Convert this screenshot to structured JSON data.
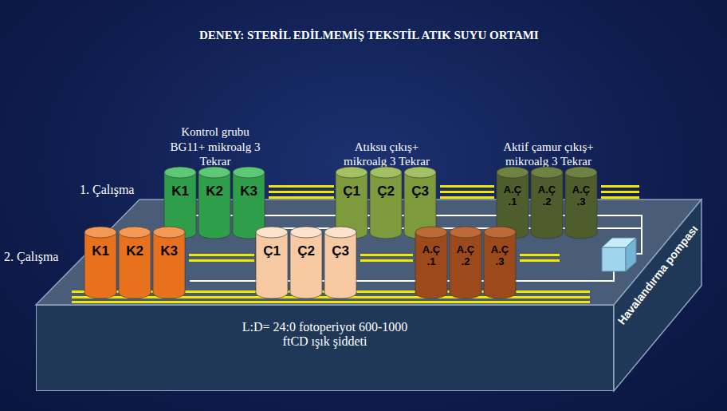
{
  "diagram": {
    "title": "DENEY: STERİL EDİLMEMİŞ TEKSTİL ATIK SUYU ORTAMI",
    "nodes": [
      {
        "text": [
          "K1"
        ]
      },
      {
        "text": [
          "K2"
        ]
      },
      {
        "text": [
          "K3"
        ]
      },
      {
        "text": [
          "Ç1"
        ]
      },
      {
        "text": [
          "Ç2"
        ]
      },
      {
        "text": [
          "Ç3"
        ]
      },
      {
        "text": [
          "A.Ç .1"
        ]
      },
      {
        "text": [
          "A.Ç .2"
        ]
      },
      {
        "text": [
          "A.Ç .3"
        ]
      },
      {
        "text": [
          "K1"
        ]
      },
      {
        "text": [
          "K2"
        ]
      },
      {
        "text": [
          "K3"
        ]
      },
      {
        "text": [
          "Ç1"
        ]
      },
      {
        "text": [
          "Ç2"
        ]
      },
      {
        "text": [
          "Ç3"
        ]
      },
      {
        "text": [
          "A.Ç .1"
        ]
      },
      {
        "text": [
          "A.Ç .2"
        ]
      },
      {
        "text": [
          "A.Ç .3"
        ]
      },
      {
        "text": [
          "L:D= 24:0 fotoperiyot 600-1000 ftCD ışık şiddeti"
        ]
      }
    ],
    "labels": [
      "Kontrol grubu BG11+ mikroalg 3 Tekrar",
      "Atıksu çıkış+ mikroalg 3 Tekrar",
      "Aktif çamur çıkış+ mikroalg 3 Tekrar",
      "1. Çalışma",
      "2. Çalışma",
      "Havalandırma pompası"
    ]
  }
}
